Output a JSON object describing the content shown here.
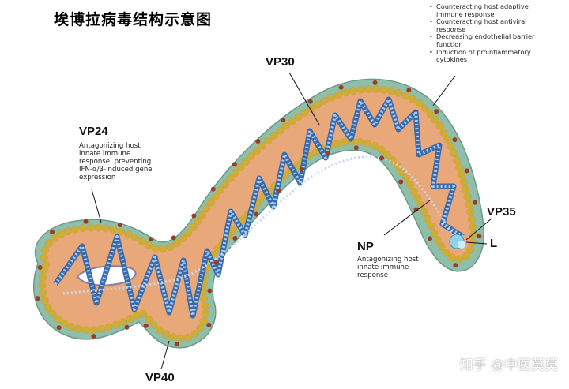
{
  "title": "埃博拉病毒结构示意图",
  "labels": {
    "vp30": "VP30",
    "vp24": "VP24",
    "vp24_desc": [
      "Antagonizing host",
      "innate immune",
      "response: preventing",
      "IFN-α/β-induced gene",
      "expression"
    ],
    "vp35": "VP35",
    "l": "L",
    "np": "NP",
    "np_desc": [
      "Antagonizing host",
      "innate immune",
      "response"
    ],
    "vp40": "VP40"
  },
  "functions": [
    [
      "Counteracting host adaptive",
      "immune response"
    ],
    [
      "Counteracting host antiviral",
      "response"
    ],
    [
      "Decreasing endothelial barrier",
      "function"
    ],
    [
      "Induction of proinflammatory",
      "cytokines"
    ]
  ],
  "watermark": "知乎 @中医莫莫",
  "colors": {
    "envelope": "#8fbfaa",
    "membrane_bead": "#e6c23c",
    "matrix": "#e9a879",
    "nucleocapsid": "#3b79c4",
    "spike": "#e3cfd8",
    "l_protein": "#8fd3ea"
  }
}
